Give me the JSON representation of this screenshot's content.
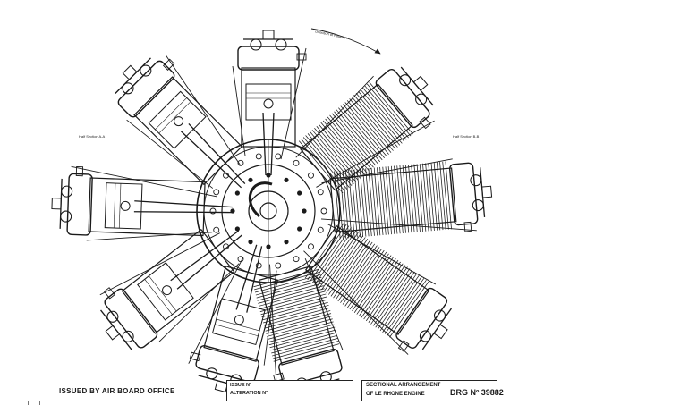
{
  "drawing": {
    "issuer": "ISSUED BY AIR BOARD OFFICE",
    "issue_label": "ISSUE Nº",
    "alteration_label": "ALTERATION Nº",
    "title_line1": "SECTIONAL ARRANGEMENT",
    "title_line2": "OF LE RHONE ENGINE",
    "drawing_number": "DRG Nº 39882",
    "annotations": {
      "rotation_arrow": "Direction of Rotation",
      "half_section_left": "Half Section A-A",
      "half_section_right": "Half Section B-B"
    },
    "colors": {
      "ink": "#1a1a1a",
      "paper": "#ffffff"
    }
  }
}
